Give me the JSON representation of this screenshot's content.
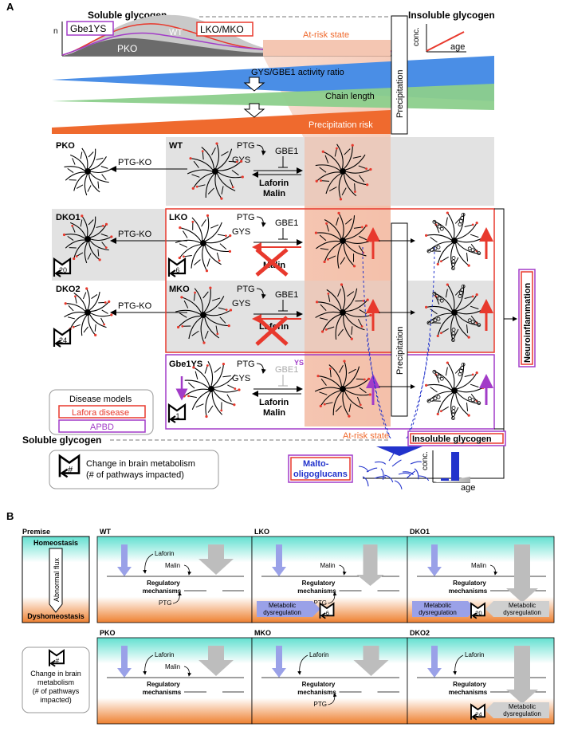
{
  "panel_a": {
    "letter": "A",
    "soluble_glycogen_top": "Soluble glycogen",
    "insoluble_glycogen_top": "Insoluble glycogen",
    "n_axis": "n",
    "gbe1ys_tag": "Gbe1YS",
    "wt_curve": "WT",
    "lko_mko_tag": "LKO/MKO",
    "pko_curve": "PKO",
    "at_risk_top": "At-risk state",
    "conc_axis": "conc.",
    "age_axis": "age",
    "ratio_label": "GYS/GBE1 activity ratio",
    "chain_label": "Chain length",
    "risk_label": "Precipitation risk",
    "precipitation": "Precipitation",
    "rows": {
      "pko": "PKO",
      "wt": "WT",
      "dko1": "DKO1",
      "lko": "LKO",
      "dko2": "DKO2",
      "mko": "MKO",
      "gbe1ys": "Gbe1YS"
    },
    "ptg_ko": "PTG-KO",
    "ptg": "PTG",
    "gys": "GYS",
    "gbe1": "GBE1",
    "ys": "YS",
    "laforin": "Laforin",
    "malin": "Malin",
    "badges": {
      "dko1": "20",
      "lko": "6",
      "dko2": "24",
      "mko": "",
      "gbe1ys": "1"
    },
    "legend_title": "Disease models",
    "legend_lafora": "Lafora disease",
    "legend_apbd": "APBD",
    "at_risk_bottom": "At-risk state",
    "soluble_glycogen_bottom": "Soluble glycogen",
    "insoluble_glycogen_bottom": "Insoluble glycogen",
    "neuroinflammation": "Neuroinflammation",
    "malto_line1": "Malto-",
    "malto_line2": "oligoglucans",
    "change_line1": "Change in brain metabolism",
    "change_line2": "(# of pathways impacted)",
    "badge_hash": "#"
  },
  "panel_b": {
    "letter": "B",
    "premise": "Premise",
    "homeostasis": "Homeostasis",
    "abnormal_flux": "Abnormal flux",
    "dyshomeostasis": "Dyshomeostasis",
    "regulatory_line1": "Regulatory",
    "regulatory_line2": "mechanisms",
    "laforin": "Laforin",
    "malin": "Malin",
    "ptg": "PTG",
    "metabolic_line1": "Metabolic",
    "dysregulation": "dysregulation",
    "panels": {
      "wt": "WT",
      "lko": "LKO",
      "dko1": "DKO1",
      "pko": "PKO",
      "mko": "MKO",
      "dko2": "DKO2"
    },
    "badges": {
      "lko": "6",
      "dko1": "20",
      "dko2": "24"
    },
    "legend_line1": "Change in brain",
    "legend_line2": "metabolism",
    "legend_line3": "(# of pathways",
    "legend_line4": "impacted)",
    "badge_hash": "#"
  },
  "colors": {
    "lafora": "#e8392d",
    "apbd": "#a23cc8",
    "ratio": "#4a8ee6",
    "chain": "#8ccf8c",
    "risk": "#ef6a2e",
    "at_risk": "#f3b69c",
    "malto": "#2233cc",
    "flux": "#9aa1e8",
    "homeostasis": "#62e0d0",
    "dyshomeostasis": "#ee8030"
  }
}
